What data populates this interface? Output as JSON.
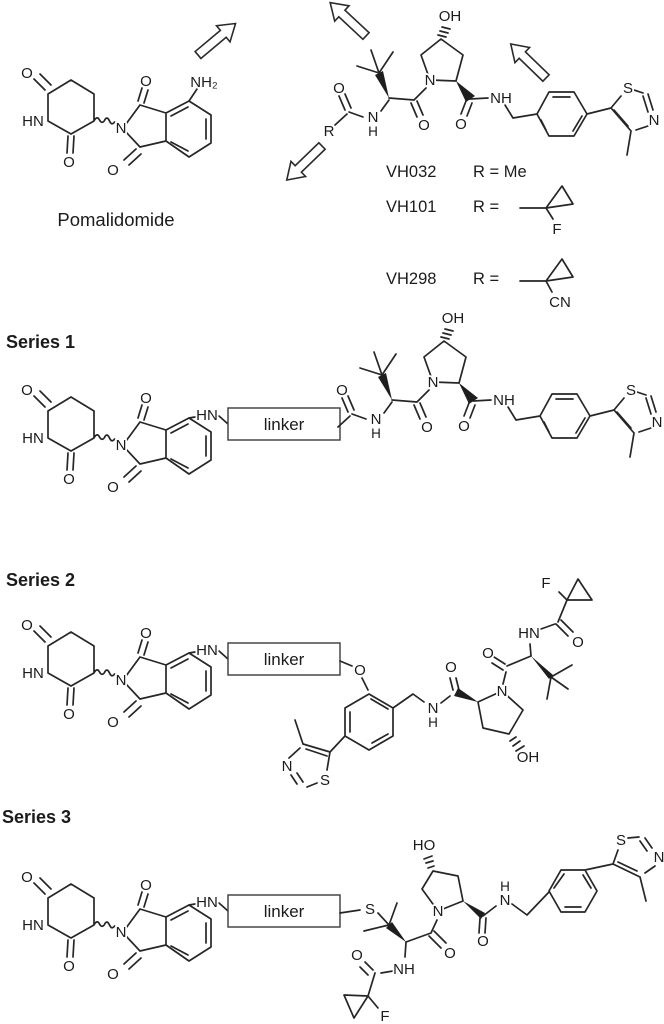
{
  "figure_type": "chemical-structure-scheme",
  "colors": {
    "background": "#ffffff",
    "line": "#262626",
    "text": "#1b1b1b"
  },
  "atoms": {
    "O": "O",
    "HN": "HN",
    "NH": "NH",
    "N": "N",
    "H": "H",
    "OH": "OH",
    "HO": "HO",
    "S": "S",
    "F": "F",
    "CN": "CN",
    "NH2": "NH₂",
    "R": "R"
  },
  "labels": {
    "pomalidomide": "Pomalidomide",
    "linker": "linker"
  },
  "vh_variants": [
    {
      "name": "VH032",
      "r_def": "R = Me",
      "substituent": ""
    },
    {
      "name": "VH101",
      "r_def": "R =",
      "substituent": "F"
    },
    {
      "name": "VH298",
      "r_def": "R =",
      "substituent": "CN"
    }
  ],
  "series": [
    {
      "label": "Series 1"
    },
    {
      "label": "Series 2"
    },
    {
      "label": "Series 3"
    }
  ]
}
